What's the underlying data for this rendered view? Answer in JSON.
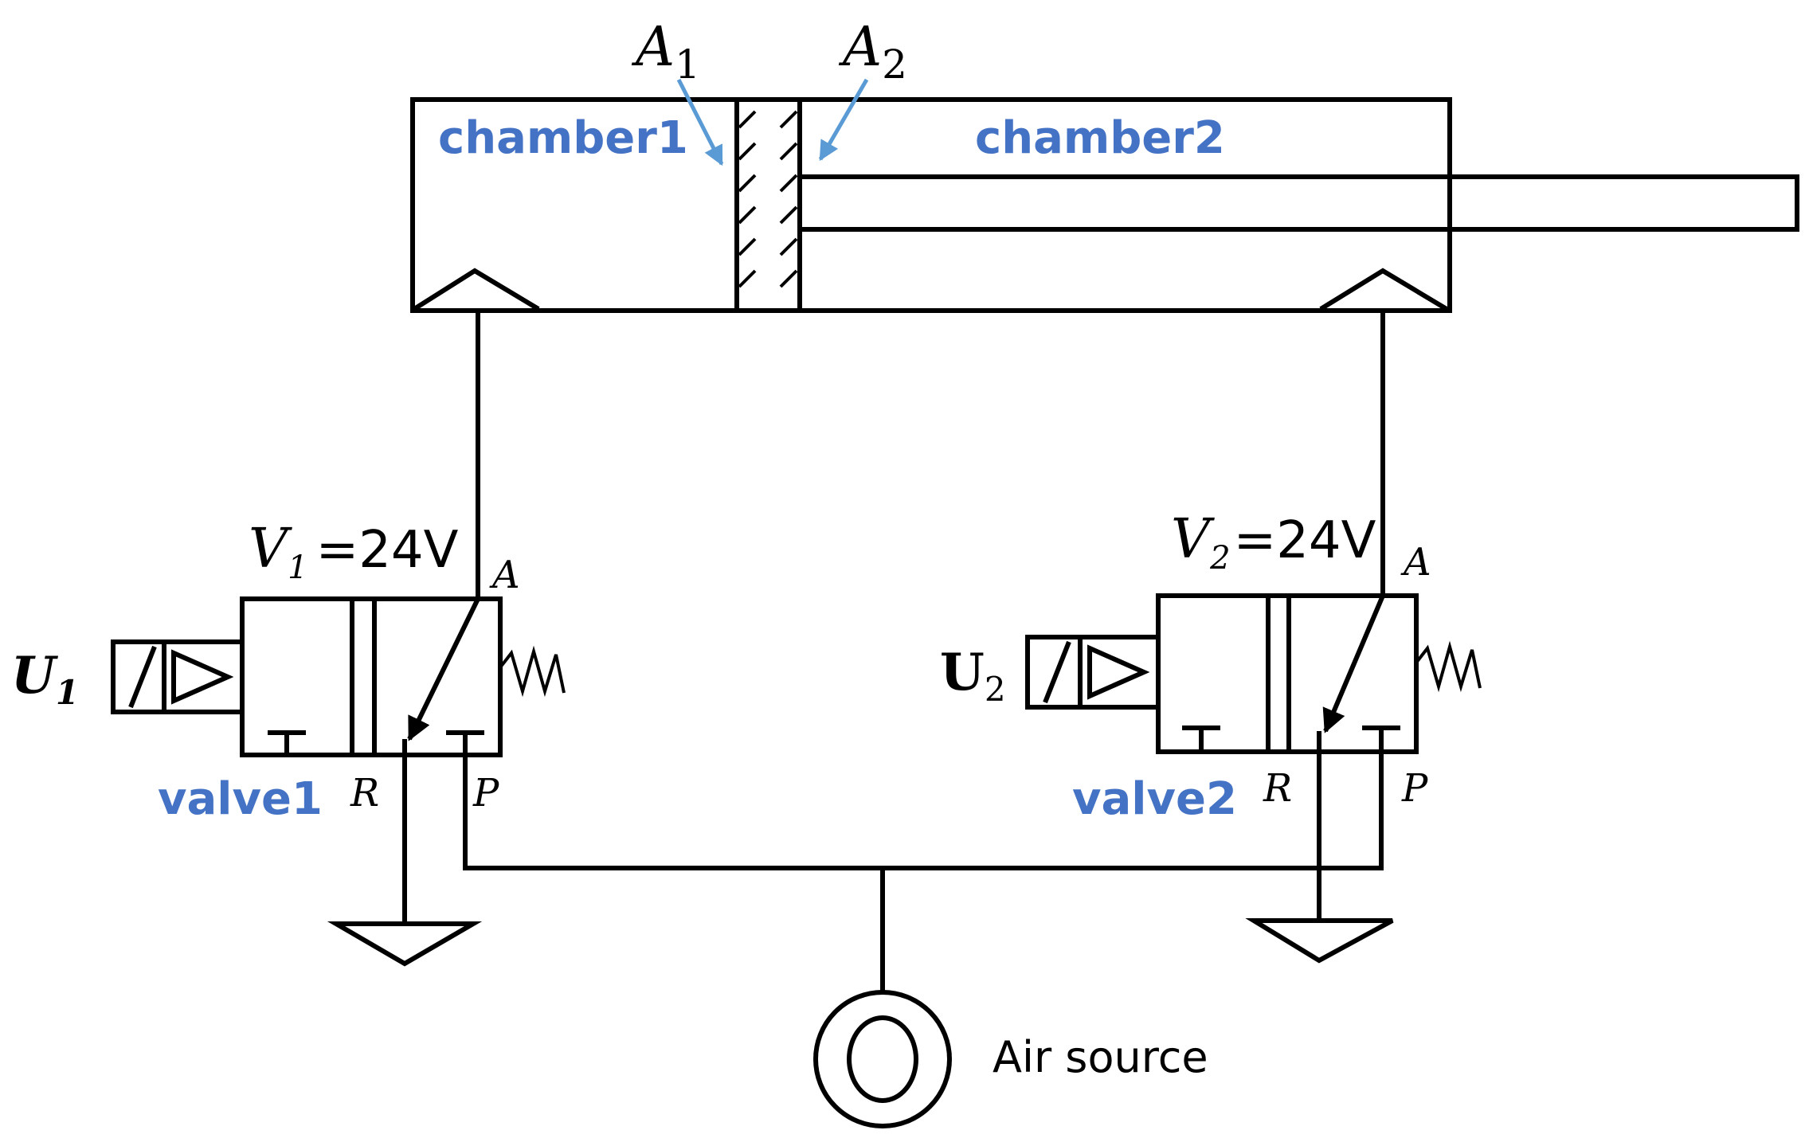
{
  "labels": {
    "a1_letter": "A",
    "a1_sub": "1",
    "a2_letter": "A",
    "a2_sub": "2",
    "chamber1": "chamber1",
    "chamber2": "chamber2",
    "v1_letter": "V",
    "v1_sub": "1",
    "v1_value": "=24V",
    "v2_letter": "V",
    "v2_sub": "2",
    "v2_value": "=24V",
    "u1_letter": "U",
    "u1_sub": "1",
    "u2_letter": "U",
    "u2_sub": "2",
    "port_a_1": "A",
    "port_a_2": "A",
    "port_r_1": "R",
    "port_p_1": "P",
    "port_r_2": "R",
    "port_p_2": "P",
    "valve1": "valve1",
    "valve2": "valve2",
    "air_source": "Air source"
  },
  "colors": {
    "label_blue": "#4472C4",
    "arrow_blue": "#5B9BD5",
    "line": "#000000"
  }
}
